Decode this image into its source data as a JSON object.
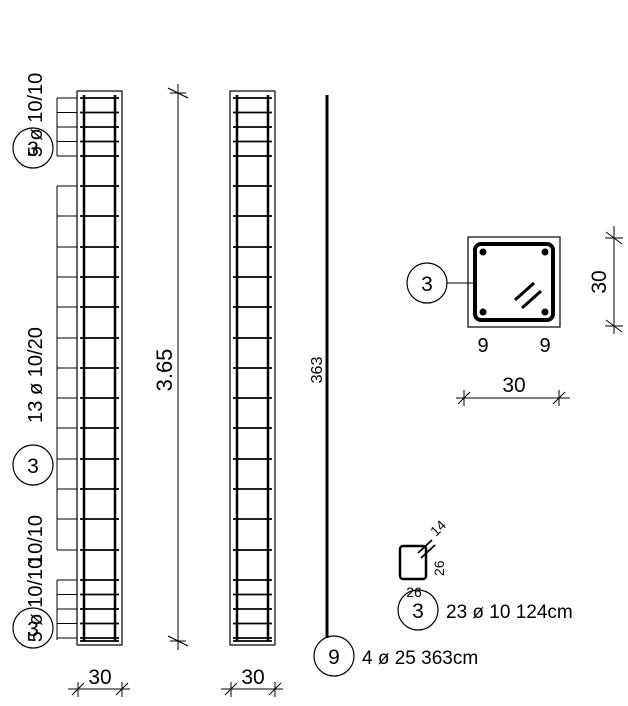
{
  "column_elevation": {
    "width_dimension": "30",
    "bottom_stirrups": {
      "mark": "3",
      "spec": "5 ø 10/10"
    },
    "middle_stirrups": {
      "mark": "3",
      "spec": "13 ø 10/20"
    },
    "lower_middle_stirrups": {
      "spec": "10/10"
    },
    "top_stirrups": {
      "mark": "3",
      "spec": "5 ø 10/10"
    }
  },
  "height_dimension": "3.65",
  "second_elevation": {
    "width_dimension": "30"
  },
  "longitudinal_bar": {
    "length_label": "363"
  },
  "cross_section": {
    "stirrup_mark": "3",
    "cover_left": "9",
    "cover_right": "9",
    "width_dimension": "30",
    "height_dimension": "30"
  },
  "schedule": {
    "stirrup_shape": {
      "hook": "14",
      "side_right": "26",
      "side_bottom": "26"
    },
    "stirrup_entry": {
      "mark": "3",
      "text": "23 ø 10 124cm"
    },
    "bar_entry": {
      "mark": "9",
      "text": "4 ø 25 363cm"
    }
  }
}
